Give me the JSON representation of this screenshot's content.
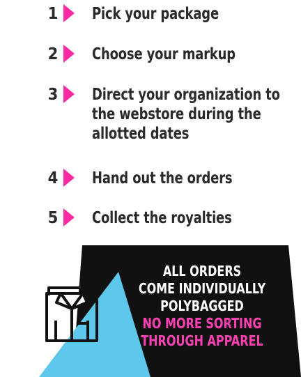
{
  "colors": {
    "text": "#2a2a2a",
    "accent_pink": "#ff2aa1",
    "banner_bg": "#111111",
    "banner_cyan": "#5ec8ec",
    "banner_pink_text": "#ff3fb4"
  },
  "steps": [
    {
      "num": "1",
      "lines": [
        "Pick your package"
      ]
    },
    {
      "num": "2",
      "lines": [
        "Choose your markup"
      ]
    },
    {
      "num": "3",
      "lines": [
        "Direct your organization to",
        "the webstore during the",
        "allotted dates"
      ]
    },
    {
      "num": "4",
      "lines": [
        "Hand out the orders"
      ]
    },
    {
      "num": "5",
      "lines": [
        "Collect the royalties"
      ]
    }
  ],
  "banner": {
    "icon": "folded-shirt-icon",
    "white_lines": [
      "ALL ORDERS",
      "COME INDIVIDUALLY",
      "POLYBAGGED"
    ],
    "pink_lines": [
      "NO MORE SORTING",
      "THROUGH APPAREL"
    ]
  }
}
